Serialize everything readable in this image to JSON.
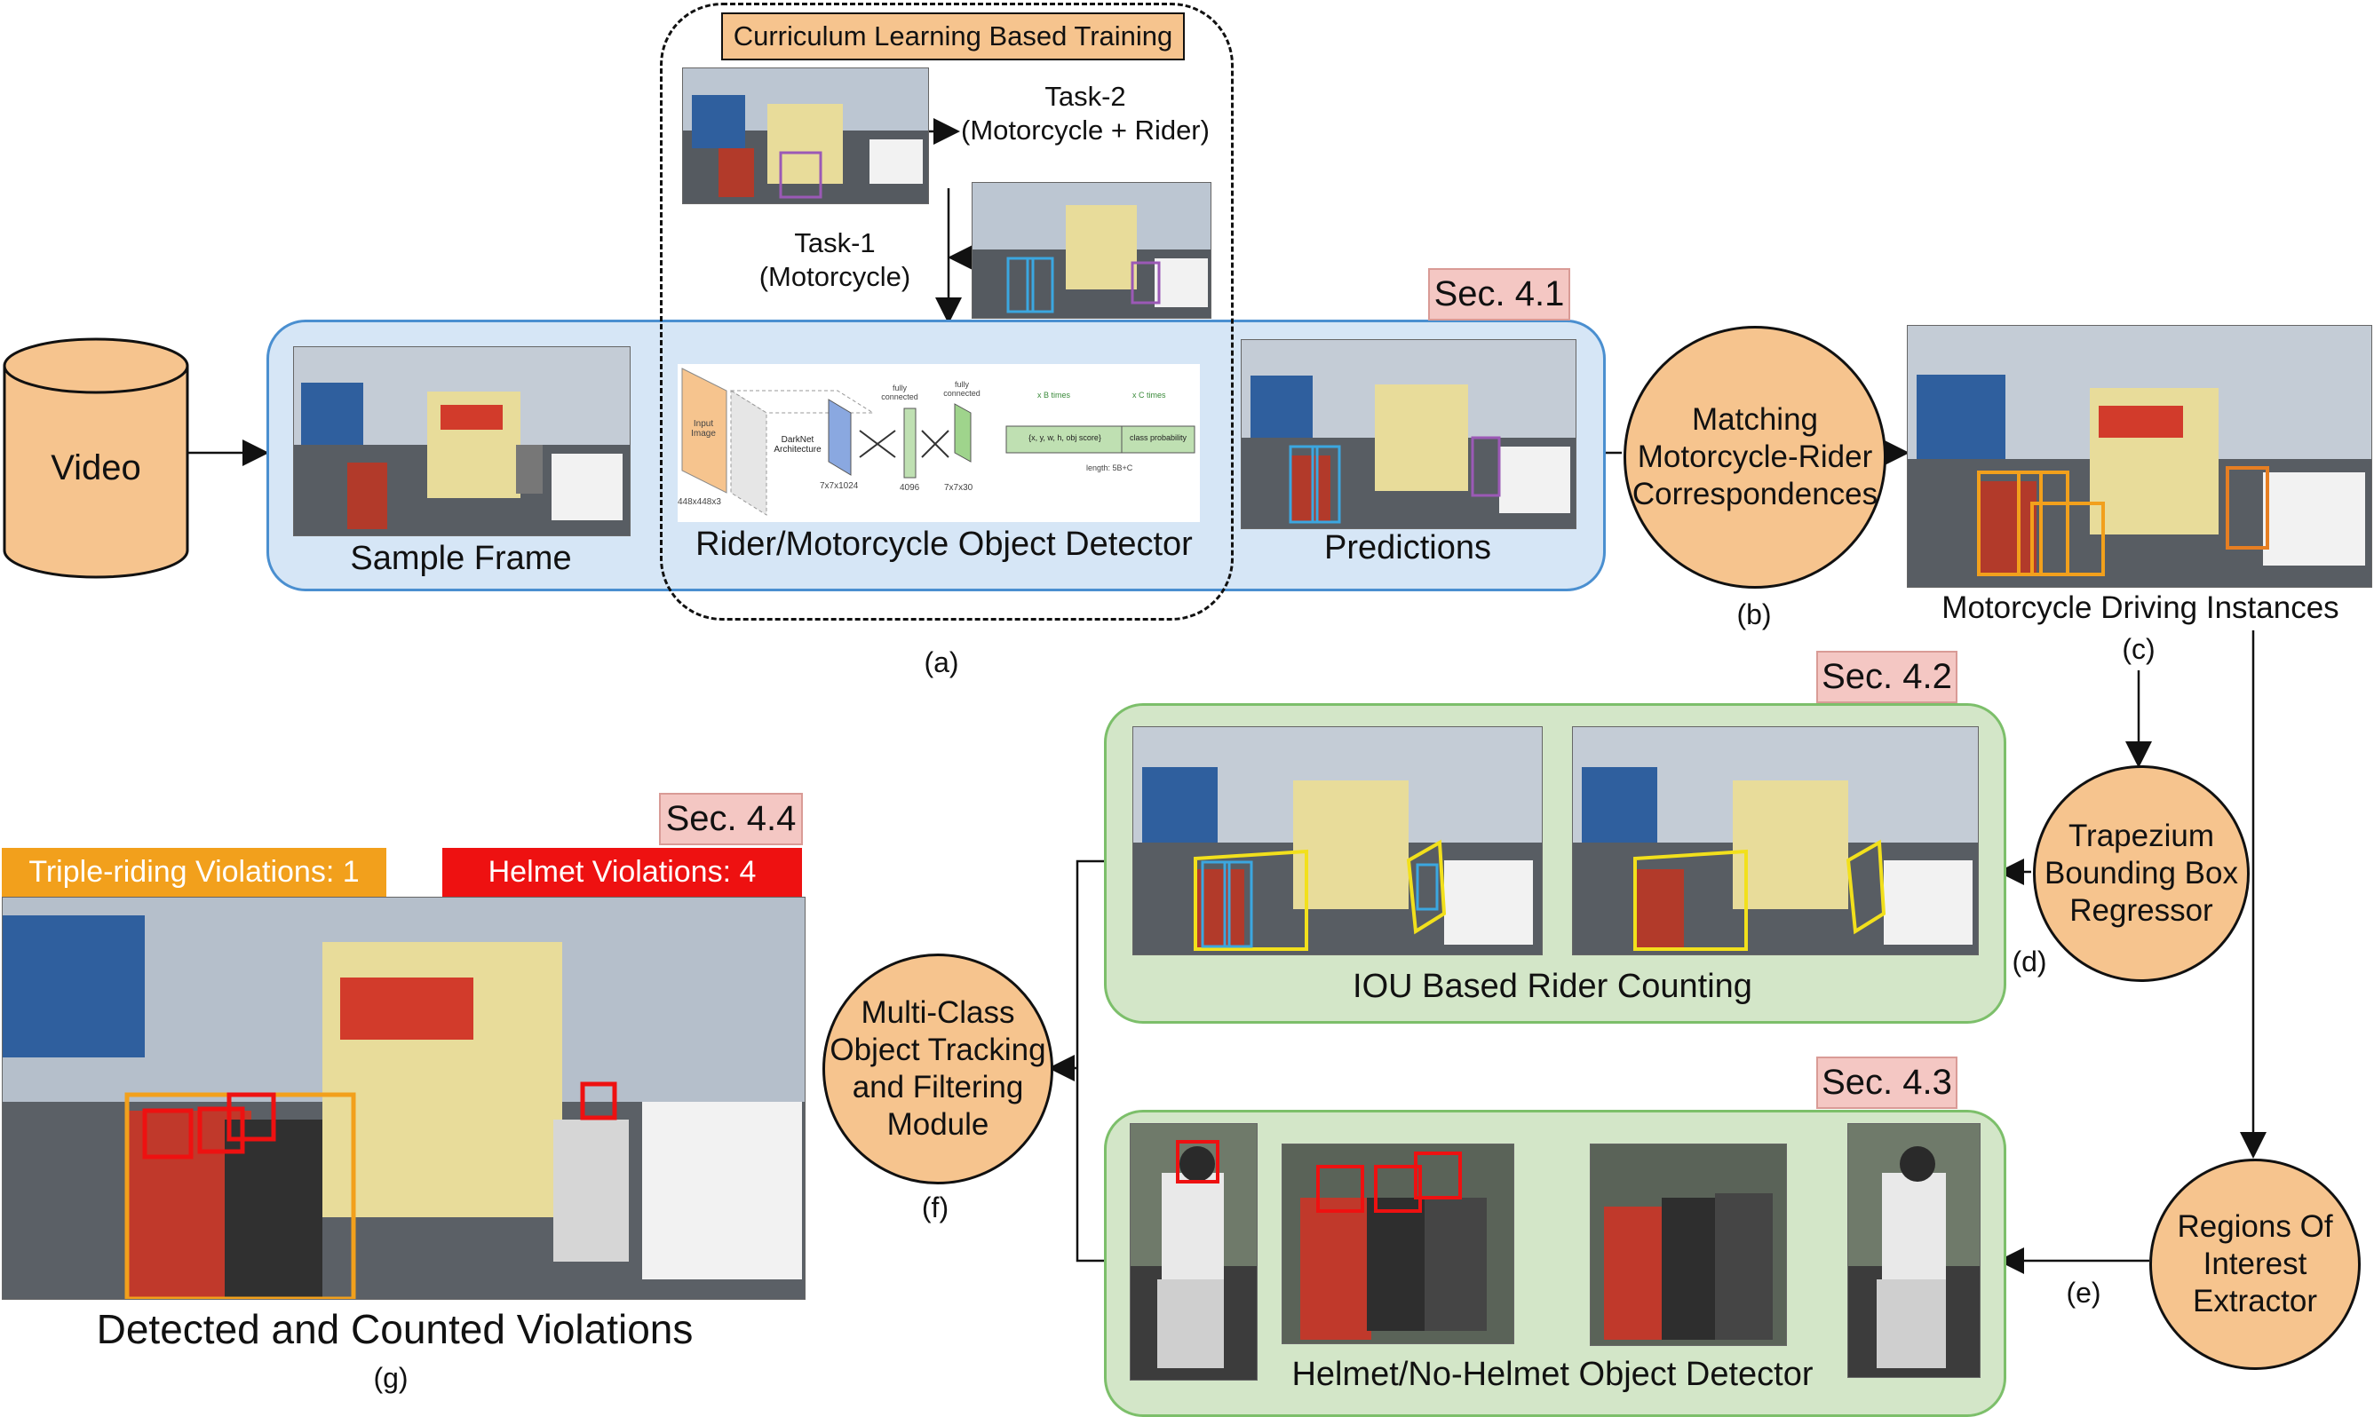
{
  "curriculum": {
    "title": "Curriculum Learning Based Training",
    "task2": "Task-2\n(Motorcycle + Rider)",
    "task1": "Task-1\n(Motorcycle)"
  },
  "video": {
    "label": "Video"
  },
  "detector_panel": {
    "sec": "Sec. 4.1",
    "sample_frame": "Sample Frame",
    "detector": "Rider/Motorcycle Object Detector",
    "predictions": "Predictions",
    "letter": "(a)",
    "net": {
      "input": "Input\nImage",
      "input_dims": "448x448x3",
      "darknet": "DarkNet\nArchitecture",
      "d1": "7x7x1024",
      "fc1": "fully\nconnected",
      "d2": "4096",
      "fc2": "fully\nconnected",
      "d3": "7x7x30",
      "xb": "x B times",
      "xc": "x C times",
      "box": "{x, y, w, h, obj score}",
      "cls": "class probability",
      "len": "length: 5B+C"
    }
  },
  "matching": {
    "label": "Matching\nMotorcycle-Rider\nCorrespondences",
    "letter": "(b)"
  },
  "instances": {
    "label": "Motorcycle Driving Instances",
    "letter": "(c)"
  },
  "iou_panel": {
    "sec": "Sec. 4.2",
    "label": "IOU Based Rider Counting",
    "letter": "(d)"
  },
  "trapezium": {
    "label": "Trapezium\nBounding Box\nRegressor"
  },
  "helmet_panel": {
    "sec": "Sec. 4.3",
    "label": "Helmet/No-Helmet Object Detector"
  },
  "roi": {
    "label": "Regions Of\nInterest\nExtractor",
    "letter": "(e)"
  },
  "tracking": {
    "label": "Multi-Class\nObject Tracking\nand Filtering\nModule",
    "letter": "(f)"
  },
  "violations": {
    "sec": "Sec. 4.4",
    "triple": "Triple-riding Violations: 1",
    "helmet": "Helmet Violations: 4",
    "caption": "Detected and Counted Violations",
    "letter": "(g)",
    "triple_color": "#f2a01c",
    "helmet_color": "#ee1111"
  },
  "colors": {
    "node_fill": "#f6c48e",
    "blue_panel": "#d6e6f6",
    "green_panel": "#d3e6c8",
    "sec_fill": "#f4c7c3"
  }
}
